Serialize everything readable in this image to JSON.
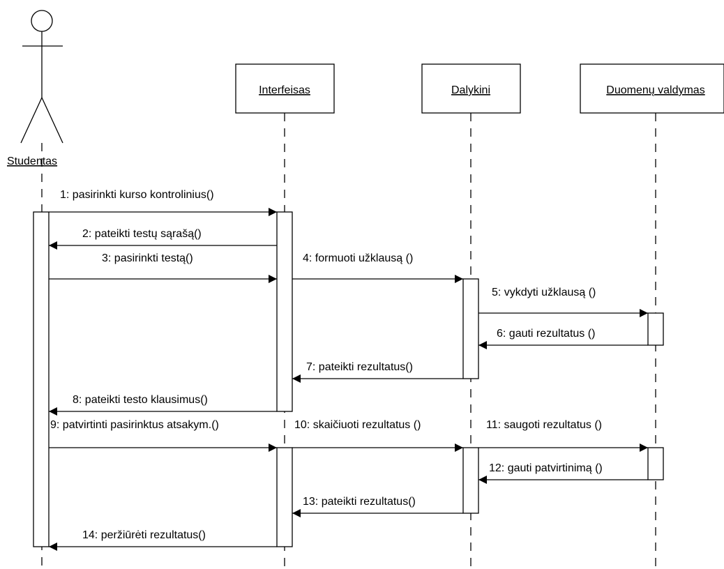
{
  "actor": {
    "name": "Studentas"
  },
  "objects": [
    {
      "id": "interfeisas",
      "name": "Interfeisas"
    },
    {
      "id": "dalykini",
      "name": "Dalykini"
    },
    {
      "id": "duomenu",
      "name": "Duomenų valdymas"
    }
  ],
  "messages": [
    {
      "from": "studentas",
      "to": "interfeisas",
      "text": "1: pasirinkti kurso kontrolinius()",
      "kind": "call"
    },
    {
      "from": "interfeisas",
      "to": "studentas",
      "text": "2: pateikti testų sąrašą()",
      "kind": "return"
    },
    {
      "from": "studentas",
      "to": "interfeisas",
      "text": "3: pasirinkti testą()",
      "kind": "call"
    },
    {
      "from": "interfeisas",
      "to": "dalykini",
      "text": "4: formuoti užklausą ()",
      "kind": "call"
    },
    {
      "from": "dalykini",
      "to": "duomenu",
      "text": "5: vykdyti užklausą ()",
      "kind": "call"
    },
    {
      "from": "duomenu",
      "to": "dalykini",
      "text": "6: gauti rezultatus ()",
      "kind": "return"
    },
    {
      "from": "dalykini",
      "to": "interfeisas",
      "text": "7: pateikti rezultatus()",
      "kind": "return"
    },
    {
      "from": "interfeisas",
      "to": "studentas",
      "text": "8: pateikti testo klausimus()",
      "kind": "return"
    },
    {
      "from": "studentas",
      "to": "interfeisas",
      "text": "9: patvirtinti pasirinktus atsakym.()",
      "kind": "call"
    },
    {
      "from": "interfeisas",
      "to": "dalykini",
      "text": "10: skaičiuoti rezultatus ()",
      "kind": "call"
    },
    {
      "from": "dalykini",
      "to": "duomenu",
      "text": "11: saugoti rezultatus ()",
      "kind": "call"
    },
    {
      "from": "duomenu",
      "to": "dalykini",
      "text": "12: gauti patvirtinimą ()",
      "kind": "return"
    },
    {
      "from": "dalykini",
      "to": "interfeisas",
      "text": "13: pateikti rezultatus()",
      "kind": "return"
    },
    {
      "from": "interfeisas",
      "to": "studentas",
      "text": "14: peržiūrėti rezultatus()",
      "kind": "return"
    }
  ]
}
